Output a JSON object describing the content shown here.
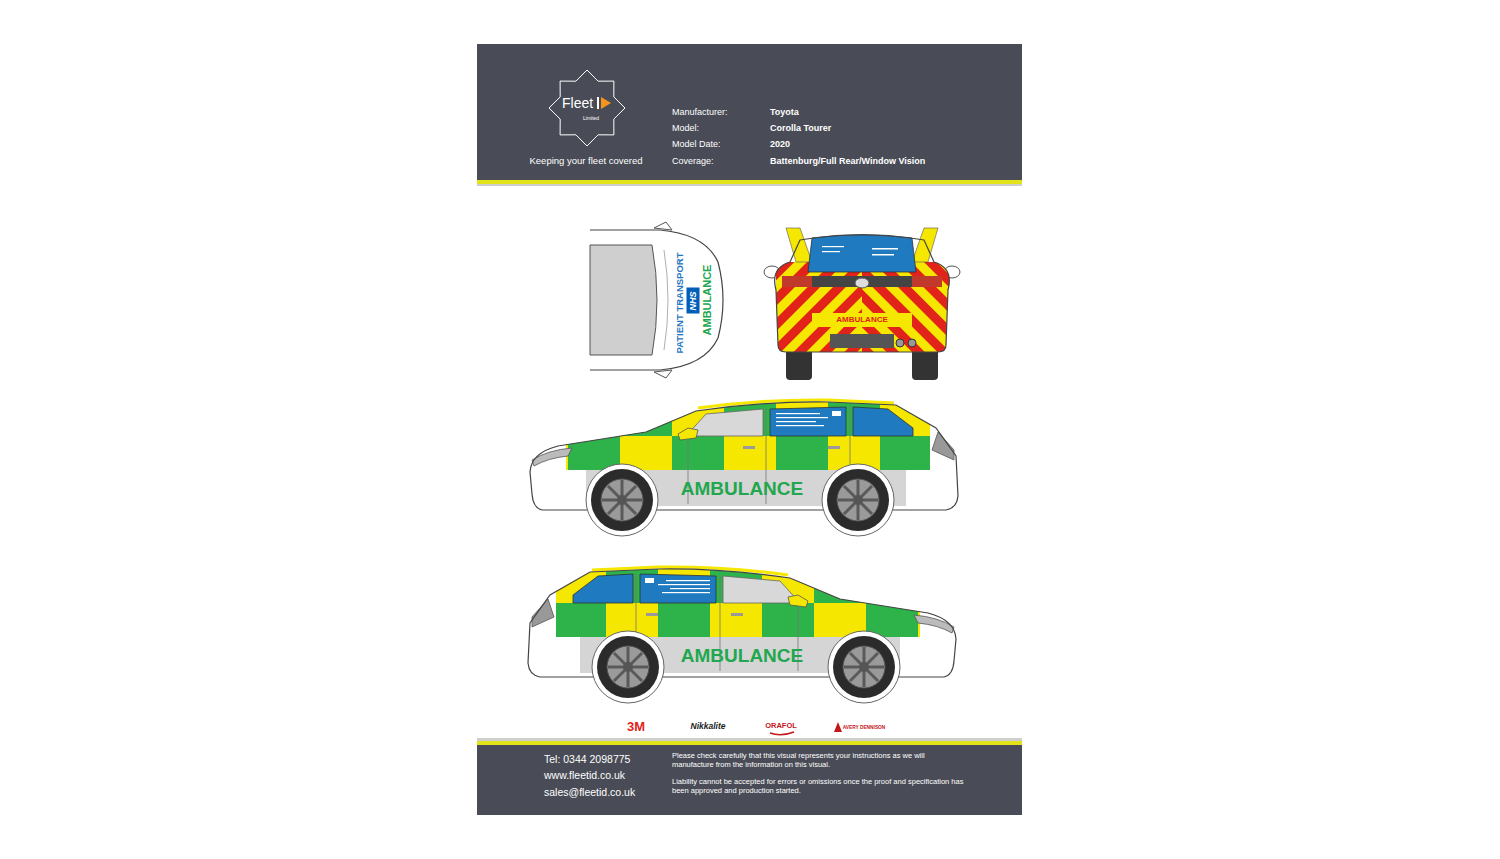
{
  "diagram": {
    "nodes": [
      {
        "text": [
          "Fleet",
          "Limited",
          "Keeping your fleet covered",
          "Manufacturer:",
          "Toyota",
          "Model:",
          "Corolla Tourer",
          "Model Date:",
          "2020",
          "Coverage:",
          "Battenburg/Full Rear/Window Vision"
        ]
      },
      {
        "text": [
          "Tel: 0344 2098775",
          "www.fleetid.co.uk",
          "sales@fleetid.co.uk",
          "Please check carefully that this visual represents your instructions as we will manufacture from the information on this visual.",
          "Liability cannot be accepted for errors or omissions once the proof and specification has been approved and production started."
        ]
      },
      {
        "text": [
          "NHS"
        ]
      }
    ],
    "labels": [
      "PATIENT TRANSPORT",
      "AMBULANCE",
      "AMBULANCE",
      "AMBULANCE",
      "AMBULANCE",
      "3M",
      "Nikkalite",
      "ORAFOL",
      "AVERY DENNISON"
    ]
  }
}
